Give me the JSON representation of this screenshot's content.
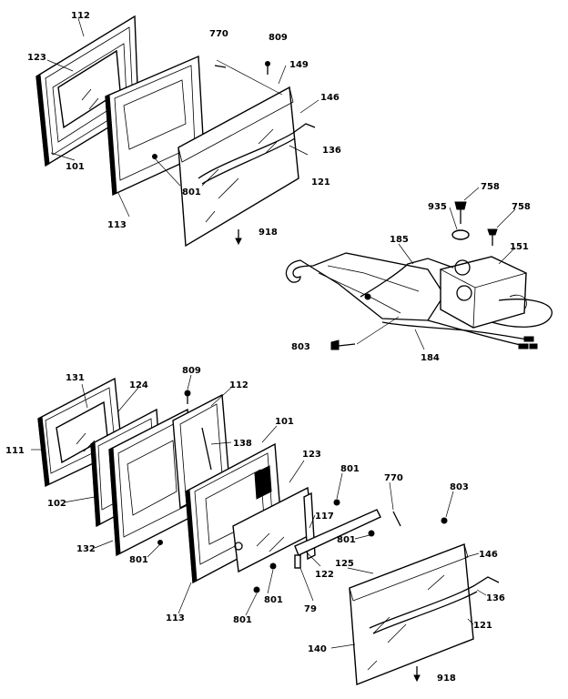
{
  "diagram": {
    "top_assembly": {
      "labels": {
        "l112": "112",
        "l123": "123",
        "l770": "770",
        "l809": "809",
        "l149": "149",
        "l146": "146",
        "l136": "136",
        "l101": "101",
        "l801": "801",
        "l121": "121",
        "l113": "113",
        "l918": "918"
      }
    },
    "latch_assembly": {
      "labels": {
        "l758a": "758",
        "l935": "935",
        "l758b": "758",
        "l185": "185",
        "l151": "151",
        "l803": "803",
        "l184": "184"
      }
    },
    "bottom_assembly": {
      "labels": {
        "l131": "131",
        "l124": "124",
        "l809": "809",
        "l112": "112",
        "l101": "101",
        "l111": "111",
        "l138": "138",
        "l123": "123",
        "l801a": "801",
        "l770": "770",
        "l803": "803",
        "l102": "102",
        "l117": "117",
        "l132": "132",
        "l801b": "801",
        "l801c": "801",
        "l122": "122",
        "l125": "125",
        "l146": "146",
        "l801d": "801",
        "l79": "79",
        "l136": "136",
        "l113": "113",
        "l801e": "801",
        "l121": "121",
        "l140": "140",
        "l918": "918"
      }
    }
  }
}
